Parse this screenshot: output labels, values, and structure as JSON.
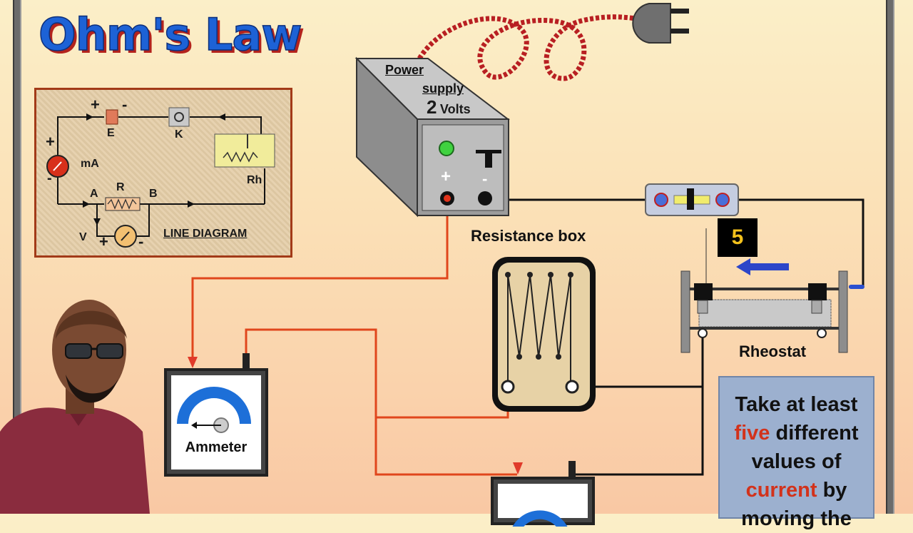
{
  "title": "Ohm's Law",
  "line_diagram": {
    "label": "LINE DIAGRAM",
    "battery": "E",
    "key": "K",
    "milliammeter": "mA",
    "resistor": "R",
    "rheostat": "Rh",
    "voltmeter": "V",
    "point_a": "A",
    "point_b": "B",
    "plus": "+",
    "minus": "-"
  },
  "power_supply": {
    "line1": "Power",
    "line2": "supply",
    "voltage_value": "2",
    "voltage_unit": "Volts",
    "plus": "+",
    "minus": "-"
  },
  "resistance_box": {
    "label": "Resistance box"
  },
  "rheostat": {
    "label": "Rheostat",
    "position_value": "5"
  },
  "ammeter": {
    "label": "Ammeter"
  },
  "instruction": {
    "part1": "Take at least",
    "highlight1": "five",
    "part2": "different values of",
    "highlight2": "current",
    "part3": "by moving the"
  },
  "colors": {
    "title_blue": "#1d62d6",
    "title_shadow": "#b3231d",
    "wire_red": "#e0461c",
    "wire_black": "#111111",
    "highlight_red": "#d2321b",
    "note_bg": "#9cb0cf",
    "meter_blue": "#1d6fd8"
  },
  "icons": [
    "plug-icon",
    "led-green-icon",
    "person-photo"
  ]
}
